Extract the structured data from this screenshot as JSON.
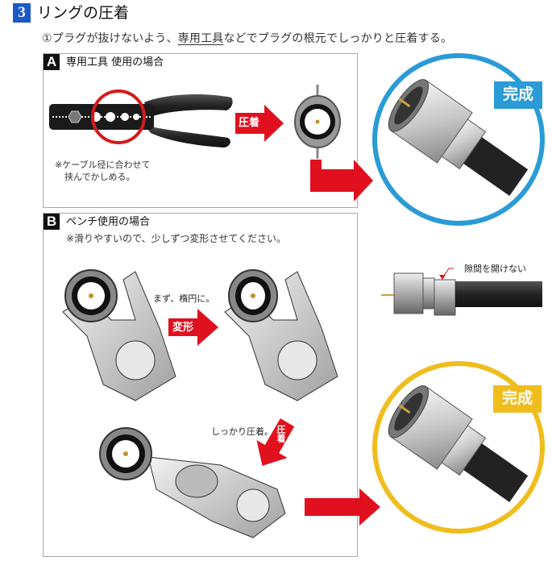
{
  "section": {
    "number": "3",
    "title": "リングの圧着",
    "badge_color": "#1d58c8"
  },
  "instruction": {
    "prefix": "①プラグが抜けないよう、",
    "underlined": "専用工具",
    "suffix": "などでプラグの根元でしっかりと圧着する。"
  },
  "panel_a": {
    "label": "A",
    "title": "専用工具 使用の場合",
    "note_line1": "※ケーブル径に合わせて",
    "note_line2": "挟んでかしめる。",
    "arrow_label": "圧着",
    "icons": [
      "crimp-tool-icon",
      "crimped-ring-icon"
    ]
  },
  "panel_b": {
    "label": "B",
    "title": "ペンチ使用の場合",
    "subtitle": "※滑りやすいので、少しずつ変形させてください。",
    "step1_caption": "まず、楕円に。",
    "step1_arrow_label": "変形",
    "step2_caption": "しっかり圧着。",
    "step2_arrow_label": "圧着",
    "icons": [
      "pliers-icon",
      "ring-icon"
    ]
  },
  "side_view": {
    "callout": "隙間を開けない"
  },
  "result_a": {
    "label": "完成",
    "ring_color": "#2a9bd6"
  },
  "result_b": {
    "label": "完成",
    "ring_color": "#f0bd1e"
  },
  "colors": {
    "arrow_red": "#e0101e",
    "text": "#222222"
  }
}
